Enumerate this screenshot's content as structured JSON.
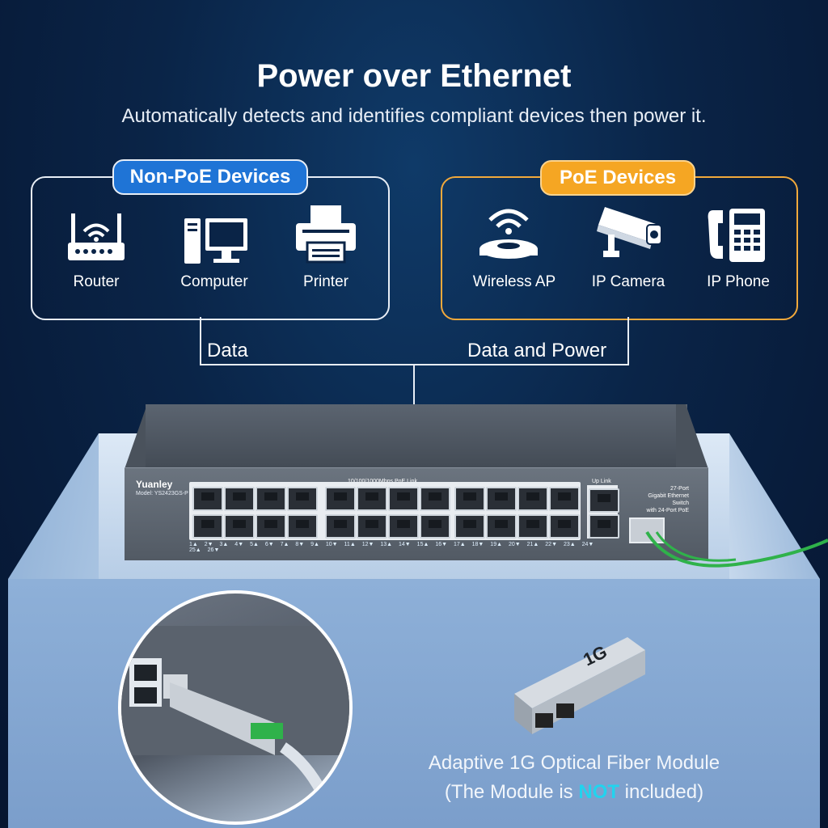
{
  "header": {
    "title": "Power over Ethernet",
    "subtitle": "Automatically detects and identifies compliant devices then power it."
  },
  "non_poe": {
    "badge": "Non-PoE Devices",
    "devices": [
      {
        "label": "Router",
        "icon": "router-icon"
      },
      {
        "label": "Computer",
        "icon": "computer-icon"
      },
      {
        "label": "Printer",
        "icon": "printer-icon"
      }
    ],
    "connection_label": "Data"
  },
  "poe": {
    "badge": "PoE Devices",
    "devices": [
      {
        "label": "Wireless AP",
        "icon": "wireless-ap-icon"
      },
      {
        "label": "IP Camera",
        "icon": "ip-camera-icon"
      },
      {
        "label": "IP  Phone",
        "icon": "ip-phone-icon"
      }
    ],
    "connection_label": "Data and Power"
  },
  "switch": {
    "brand": "Yuanley",
    "model": "Model: YS2423GS-P",
    "port_strip_label": "10/100/1000Mbps PoE Link",
    "uplink_label": "Up Link",
    "spec_lines": [
      "27-Port",
      "Gigabit Ethernet Switch",
      "with 24-Port PoE"
    ],
    "port_numbers": "1▲ 2▼ 3▲ 4▼ 5▲ 6▼ 7▲ 8▼ 9▲ 10▼ 11▲ 12▼ 13▲ 14▼ 15▲ 16▼ 17▲ 18▼ 19▲ 20▼ 21▲ 22▼ 23▲ 24▼ 25▲ 26▼"
  },
  "module": {
    "caption": "Adaptive 1G Optical Fiber Module",
    "note_prefix": "(The Module is ",
    "note_highlight": "NOT",
    "note_suffix": " included)",
    "module_text": "1G"
  },
  "colors": {
    "background": "#0a2447",
    "non_poe_badge": "#1f74d6",
    "poe_badge": "#f5a623",
    "poe_border": "#f2a93b",
    "highlight": "#22d3ee"
  }
}
